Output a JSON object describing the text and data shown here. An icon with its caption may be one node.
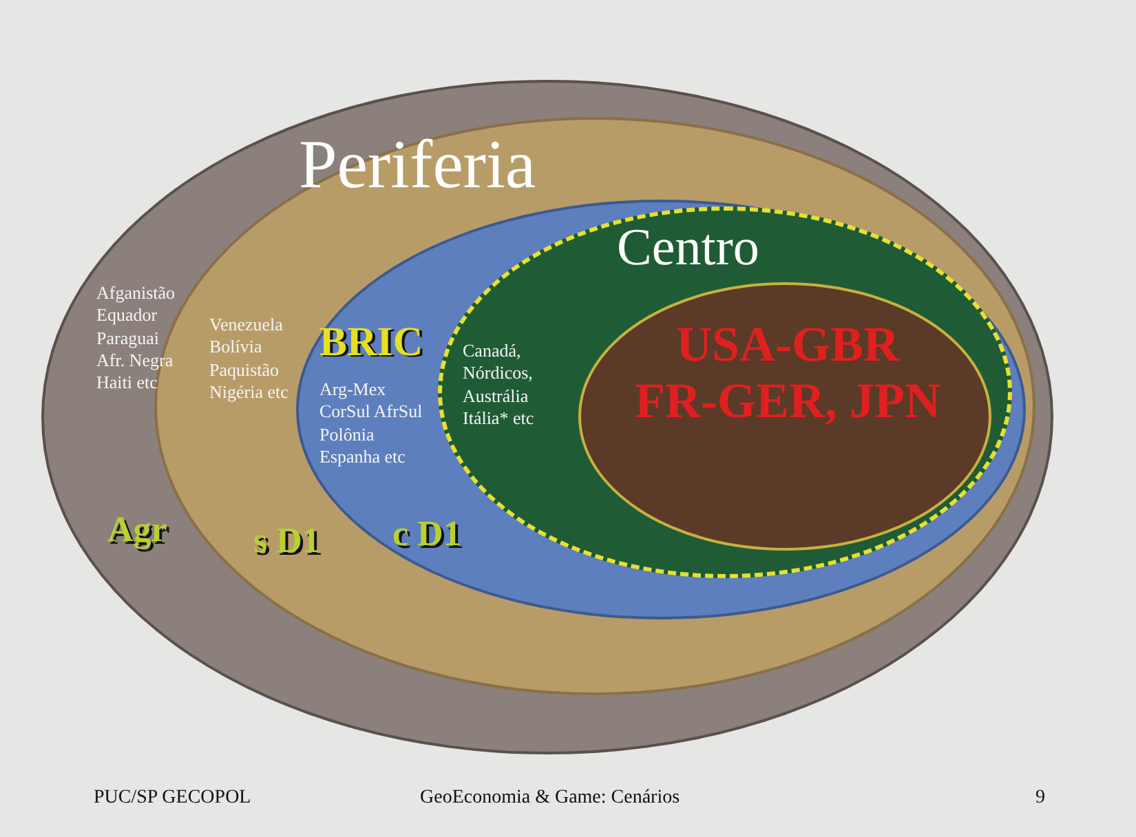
{
  "diagram": {
    "nodes": [
      {
        "text": [
          "Afganistão Equador Paraguai Afr. Negra Haiti etc",
          "Agr"
        ]
      },
      {
        "text": [
          "Periferia",
          "Venezuela Bolívia Paquistão Nigéria etc",
          "s D1"
        ],
        "in": 0
      },
      {
        "text": [
          "BRIC",
          "Arg-Mex CorSul AfrSul Polônia Espanha etc",
          "c D1"
        ],
        "in": 1
      },
      {
        "text": [
          "Centro",
          "Canadá, Nórdicos, Austrália Itália* etc"
        ],
        "in": 2
      },
      {
        "text": [
          "USA-GBR FR-GER, JPN"
        ],
        "in": 3
      }
    ],
    "edges": [],
    "labels": [
      "PUC/SP GECOPOL",
      "GeoEconomia & Game: Cenários",
      "9"
    ]
  }
}
